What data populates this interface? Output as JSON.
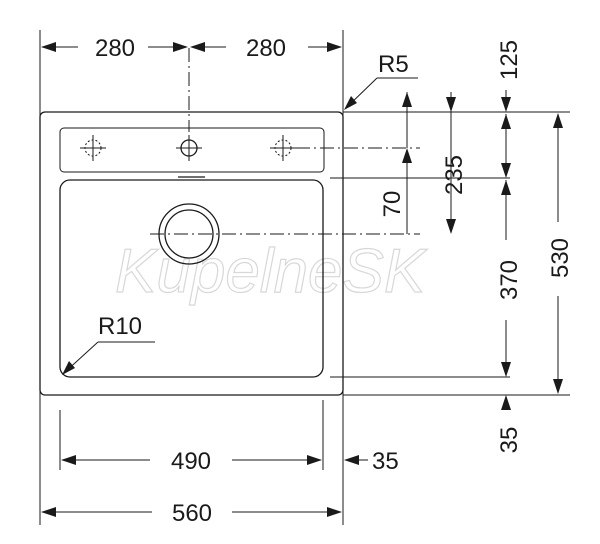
{
  "drawing": {
    "width_top_left": "280",
    "width_top_right": "280",
    "outer_radius": "R5",
    "inner_radius": "R10",
    "bowl_width": "490",
    "right_margin": "35",
    "total_width": "560",
    "top_offset": "125",
    "tap_to_waste": "235",
    "tap_to_bowl": "70",
    "bowl_depth": "370",
    "total_depth": "530",
    "bottom_margin": "35"
  },
  "watermark": {
    "text": "KupelneSK"
  }
}
